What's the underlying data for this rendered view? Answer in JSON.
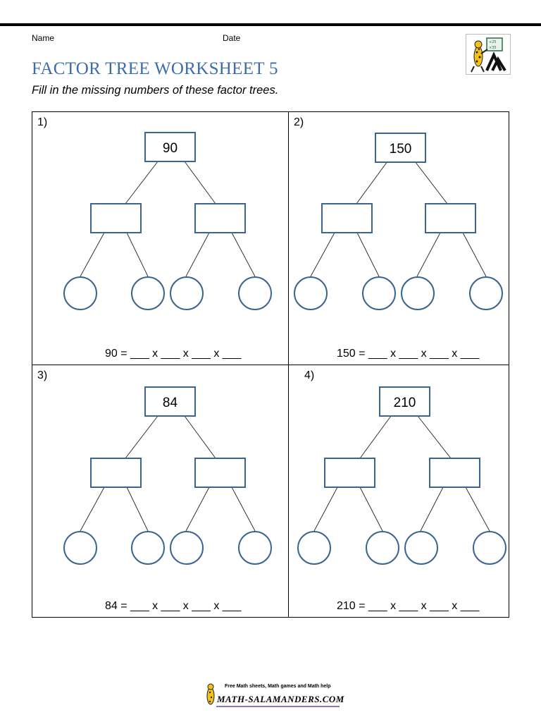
{
  "header": {
    "name_label": "Name",
    "date_label": "Date",
    "title": "FACTOR TREE WORKSHEET 5",
    "instructions": "Fill in the missing numbers of these factor trees."
  },
  "colors": {
    "title": "#3b6daa",
    "box_border": "#3b6491",
    "circle_border": "#3b6491"
  },
  "problems": [
    {
      "label": "1)",
      "root": "90",
      "equation": "90 = ___ x ___ x ___ x ___"
    },
    {
      "label": "2)",
      "root": "150",
      "equation": "150 = ___ x ___ x ___ x ___"
    },
    {
      "label": "3)",
      "root": "84",
      "equation": "84 = ___ x ___ x ___ x ___"
    },
    {
      "label": "4)",
      "root": "210",
      "equation": "210 = ___ x ___ x ___ x ___"
    }
  ],
  "footer": {
    "tagline": "Free Math sheets, Math games and Math help",
    "brand": "MATH-SALAMANDERS.COM"
  }
}
